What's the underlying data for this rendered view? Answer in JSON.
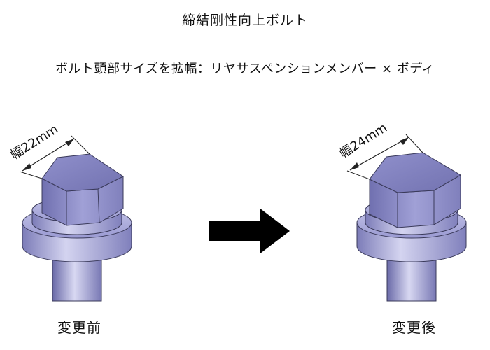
{
  "title": "締結剛性向上ボルト",
  "subtitle": "ボルト頭部サイズを拡幅：リヤサスペンションメンバー × ボディ",
  "before": {
    "width_label": "幅22mm",
    "caption": "変更前"
  },
  "after": {
    "width_label": "幅24mm",
    "caption": "変更後"
  },
  "colors": {
    "bolt_face": "#7a7ab8",
    "bolt_side": "#9a9ad0",
    "washer": "#a8a8d8",
    "shaft": "#8c8cc8",
    "arrow": "#000000"
  }
}
